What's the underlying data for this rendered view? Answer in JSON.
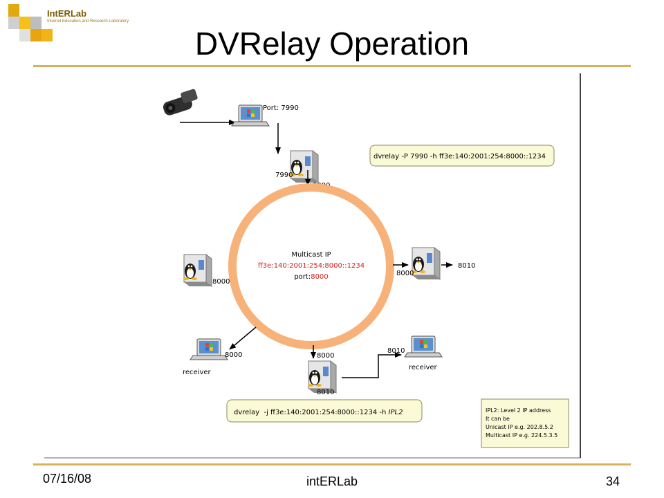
{
  "slide": {
    "logo_text": "IntERLab",
    "logo_tagline": "Internet Education and Research Laboratory",
    "title": "DVRelay Operation",
    "footer_date": "07/16/08",
    "footer_center": "intERLab",
    "page_number": "34"
  },
  "diagram": {
    "top_port_label": "Port: 7990",
    "relay_in_port": "7990",
    "relay_out_port_top": "8000",
    "cmd_top": "dvrelay -P 7990 -h ff3e:140:2001:254:8000::1234",
    "ring_title": "Multicast IP",
    "ring_address": "ff3e:140:2001:254:8000::1234",
    "ring_port_label": "port:",
    "ring_port_value": "8000",
    "left_server_port": "8000",
    "right_server_in": "8000",
    "right_server_out": "8010",
    "receiver_left_port": "8000",
    "receiver_left_label": "receiver",
    "bottom_server_in": "8000",
    "bottom_server_out": "8010",
    "receiver_right_port": "8010",
    "receiver_right_label": "receiver",
    "cmd_bottom_prefix": "dvrelay  -j ff3e:140:2001:254:8000::1234 -h ",
    "cmd_bottom_italic": "IPL2",
    "note_lines": [
      "IPL2: Level 2 IP address",
      "It can be",
      "Unicast IP e.g. 202.8.5.2",
      "Multicast IP e.g. 224.5.3.5"
    ],
    "colors": {
      "ring": "#f7b27a",
      "red_text": "#d42020",
      "callout_fill": "#fbfad6",
      "callout_stroke": "#8a8a5a",
      "rule": "#d8b25a"
    }
  }
}
